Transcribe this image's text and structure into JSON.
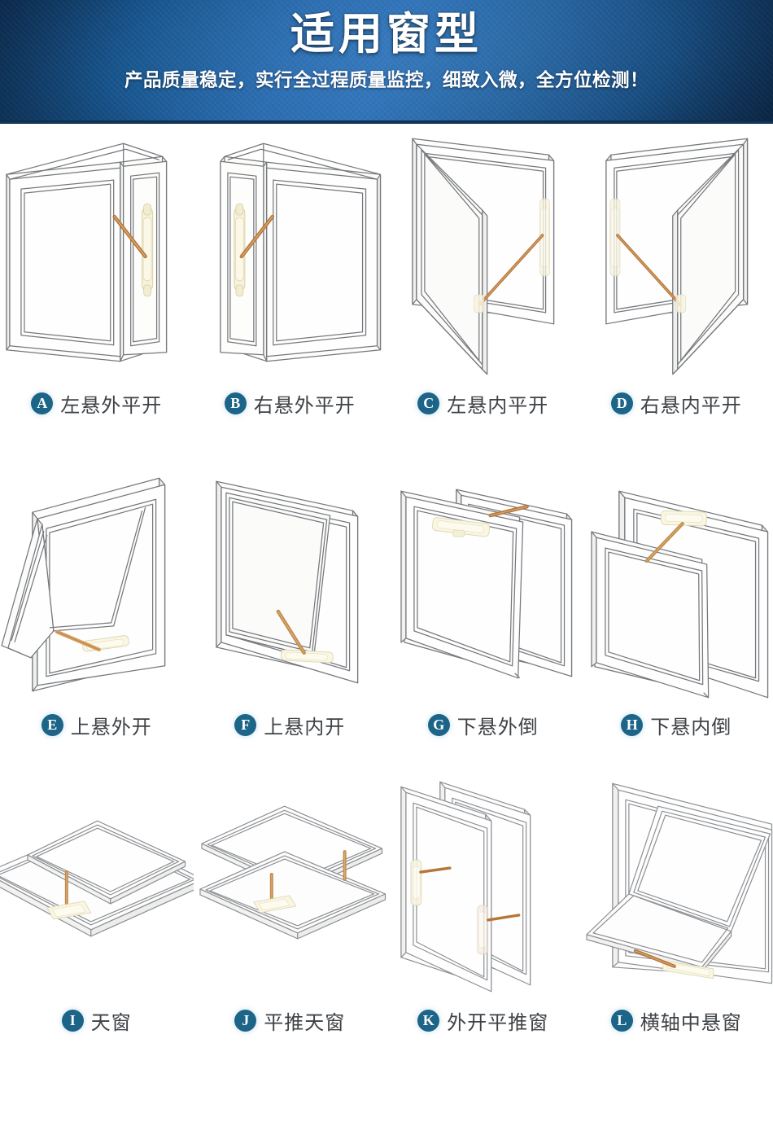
{
  "banner": {
    "title": "适用窗型",
    "subtitle": "产品质量稳定，实行全过程质量监控，细致入微，全方位检测！",
    "bg_color_dark": "#0e3157",
    "bg_color_mid": "#2f72b8",
    "text_color": "#ffffff"
  },
  "theme": {
    "badge_color": "#1c6488",
    "caption_color": "#3e4246",
    "frame_line_color": "#6f7276",
    "actuator_color": "#f3eed6",
    "rod_color": "#b5763a",
    "page_background": "#ffffff"
  },
  "rows": [
    {
      "items": [
        {
          "letter": "A",
          "caption": "左悬外平开",
          "icon": "window-left-hung-outswing-icon"
        },
        {
          "letter": "B",
          "caption": "右悬外平开",
          "icon": "window-right-hung-outswing-icon"
        },
        {
          "letter": "C",
          "caption": "左悬内平开",
          "icon": "window-left-hung-inswing-icon"
        },
        {
          "letter": "D",
          "caption": "右悬内平开",
          "icon": "window-right-hung-inswing-icon"
        }
      ]
    },
    {
      "items": [
        {
          "letter": "E",
          "caption": "上悬外开",
          "icon": "window-top-hung-outswing-icon"
        },
        {
          "letter": "F",
          "caption": "上悬内开",
          "icon": "window-top-hung-inswing-icon"
        },
        {
          "letter": "G",
          "caption": "下悬外倒",
          "icon": "window-bottom-hung-outtilt-icon"
        },
        {
          "letter": "H",
          "caption": "下悬内倒",
          "icon": "window-bottom-hung-intilt-icon"
        }
      ]
    },
    {
      "items": [
        {
          "letter": "I",
          "caption": "天窗",
          "icon": "skylight-icon"
        },
        {
          "letter": "J",
          "caption": "平推天窗",
          "icon": "parallel-push-skylight-icon"
        },
        {
          "letter": "K",
          "caption": "外开平推窗",
          "icon": "outward-parallel-push-window-icon"
        },
        {
          "letter": "L",
          "caption": "横轴中悬窗",
          "icon": "horizontal-axis-pivot-window-icon"
        }
      ]
    }
  ]
}
